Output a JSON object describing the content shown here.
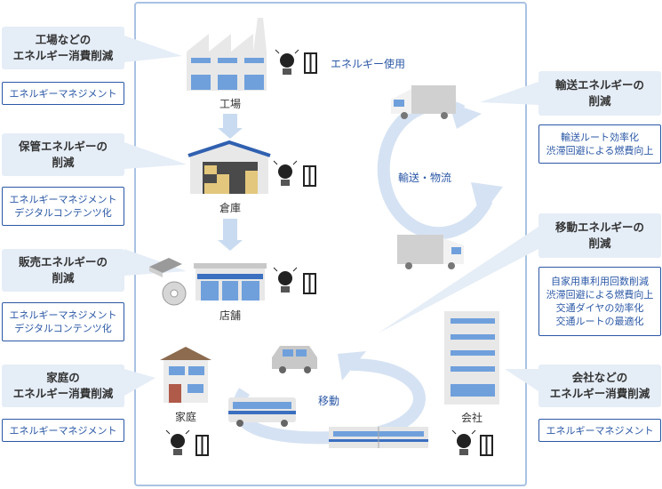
{
  "left_callouts": [
    {
      "title_line1": "工場などの",
      "title_line2": "エネルギー消費削減",
      "tags": [
        "エネルギーマネジメント"
      ]
    },
    {
      "title_line1": "保管エネルギーの",
      "title_line2": "削減",
      "tags": [
        "エネルギーマネジメント",
        "デジタルコンテンツ化"
      ]
    },
    {
      "title_line1": "販売エネルギーの",
      "title_line2": "削減",
      "tags": [
        "エネルギーマネジメント",
        "デジタルコンテンツ化"
      ]
    },
    {
      "title_line1": "家庭の",
      "title_line2": "エネルギー消費削減",
      "tags": [
        "エネルギーマネジメント"
      ]
    }
  ],
  "right_callouts": [
    {
      "title_line1": "輸送エネルギーの",
      "title_line2": "削減",
      "tags": [
        "輸送ルート効率化",
        "渋滞回避による燃費向上"
      ]
    },
    {
      "title_line1": "移動エネルギーの",
      "title_line2": "削減",
      "tags": [
        "自家用車利用回数削減",
        "渋滞回避による燃費向上",
        "交通ダイヤの効率化",
        "交通ルートの最適化"
      ]
    },
    {
      "title_line1": "会社などの",
      "title_line2": "エネルギー消費削減",
      "tags": [
        "エネルギーマネジメント"
      ]
    }
  ],
  "center": {
    "factory": "工場",
    "warehouse": "倉庫",
    "store": "店舗",
    "home": "家庭",
    "company": "会社",
    "energy_use": "エネルギー使用",
    "logistics": "輸送・物流",
    "movement": "移動"
  },
  "colors": {
    "accent": "#2b58a6",
    "callout_bg": "#e5edf7",
    "frame": "#a9c2e3",
    "building": "#6fa0dc",
    "arrow": "#d5e2f3"
  }
}
